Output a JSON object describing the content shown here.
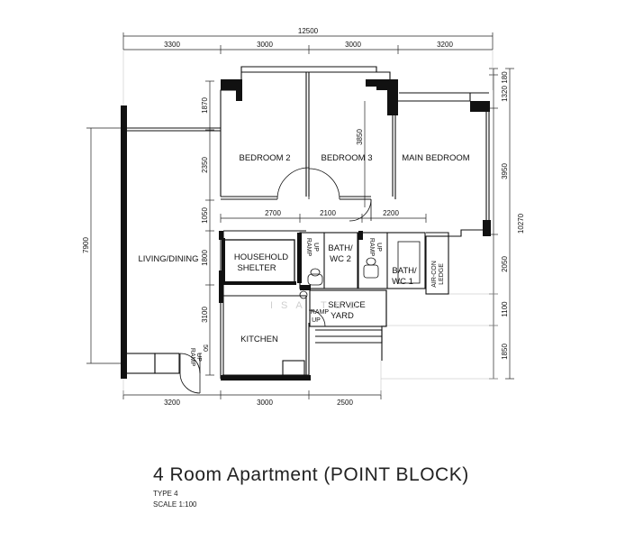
{
  "dimensions": {
    "top_overall": "12500",
    "top_segments": [
      "3300",
      "3000",
      "3000",
      "3200"
    ],
    "left_segments": [
      "1870",
      "2350",
      "1050",
      "1800",
      "3100"
    ],
    "left_overall": "7900",
    "right_segments": [
      "180",
      "1320",
      "3950",
      "2050",
      "1100",
      "1850"
    ],
    "right_overall": "10270",
    "mid_segments": [
      "2700",
      "2100",
      "2200"
    ],
    "internal": [
      "3850"
    ],
    "bottom_segments": [
      "3200",
      "3000",
      "2500"
    ]
  },
  "rooms": {
    "bedroom2": "BEDROOM 2",
    "bedroom3": "BEDROOM 3",
    "main_bedroom": "MAIN BEDROOM",
    "living_dining": "LIVING/DINING",
    "household_line1": "HOUSEHOLD",
    "household_line2": "SHELTER",
    "bath2_line1": "BATH/",
    "bath2_line2": "WC 2",
    "bath1_line1": "BATH/",
    "bath1_line2": "WC 1",
    "aircon_line1": "AIR-CON",
    "aircon_line2": "LEDGE",
    "service_line1": "SERVICE",
    "service_line2": "YARD",
    "kitchen": "KITCHEN"
  },
  "ramps": {
    "ramp": "RAMP",
    "up": "UP",
    "entrance_dim": "50"
  },
  "watermark": "ISA    TED",
  "caption": {
    "title": "4 Room Apartment (POINT BLOCK)",
    "type": "TYPE 4",
    "scale": "SCALE  1:100"
  }
}
